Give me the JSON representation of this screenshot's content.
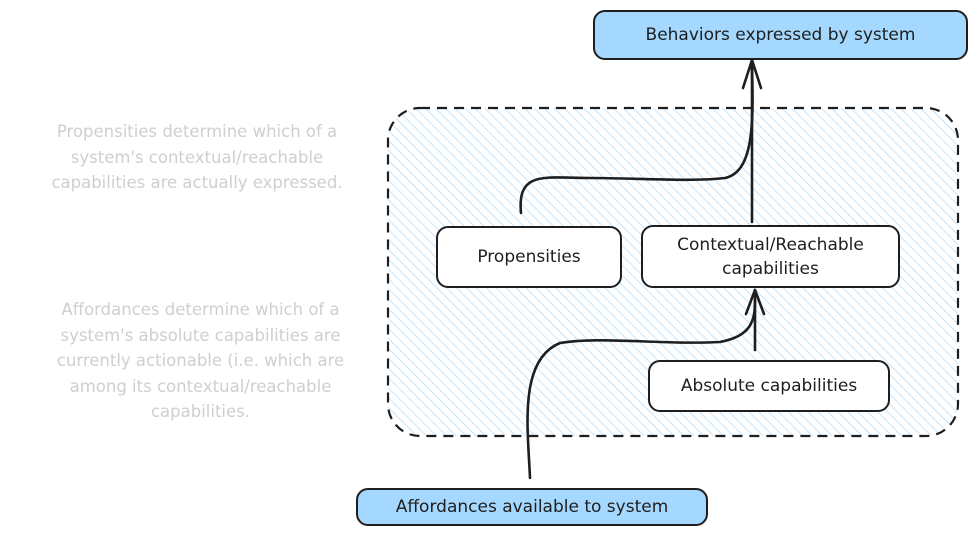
{
  "colors": {
    "stroke": "#1e1e1e",
    "highlight_fill": "#a5d8ff",
    "hatch": "#a5d8ff",
    "note_text": "#cfcfcf",
    "background": "#ffffff"
  },
  "nodes": {
    "behaviors": "Behaviors expressed by system",
    "propensities": "Propensities",
    "contextual_line1": "Contextual/Reachable",
    "contextual_line2": "capabilities",
    "absolute": "Absolute capabilities",
    "affordances": "Affordances available to system"
  },
  "notes": {
    "propensities_note": "Propensities determine which of a system's contextual/reachable capabilities are actually expressed.",
    "affordances_note": "Affordances determine which of a system's absolute capabilities are currently actionable (i.e. which are among its contextual/reachable capabilities."
  },
  "edges": [
    {
      "from": "Propensities",
      "to": "Behaviors expressed by system",
      "style": "curved-merge"
    },
    {
      "from": "Contextual/Reachable capabilities",
      "to": "Behaviors expressed by system",
      "style": "arrow"
    },
    {
      "from": "Absolute capabilities",
      "to": "Contextual/Reachable capabilities",
      "style": "arrow"
    },
    {
      "from": "Affordances available to system",
      "to": "Contextual/Reachable capabilities",
      "style": "curved-merge"
    }
  ],
  "group": {
    "label": "",
    "style": "dashed hatched container"
  }
}
